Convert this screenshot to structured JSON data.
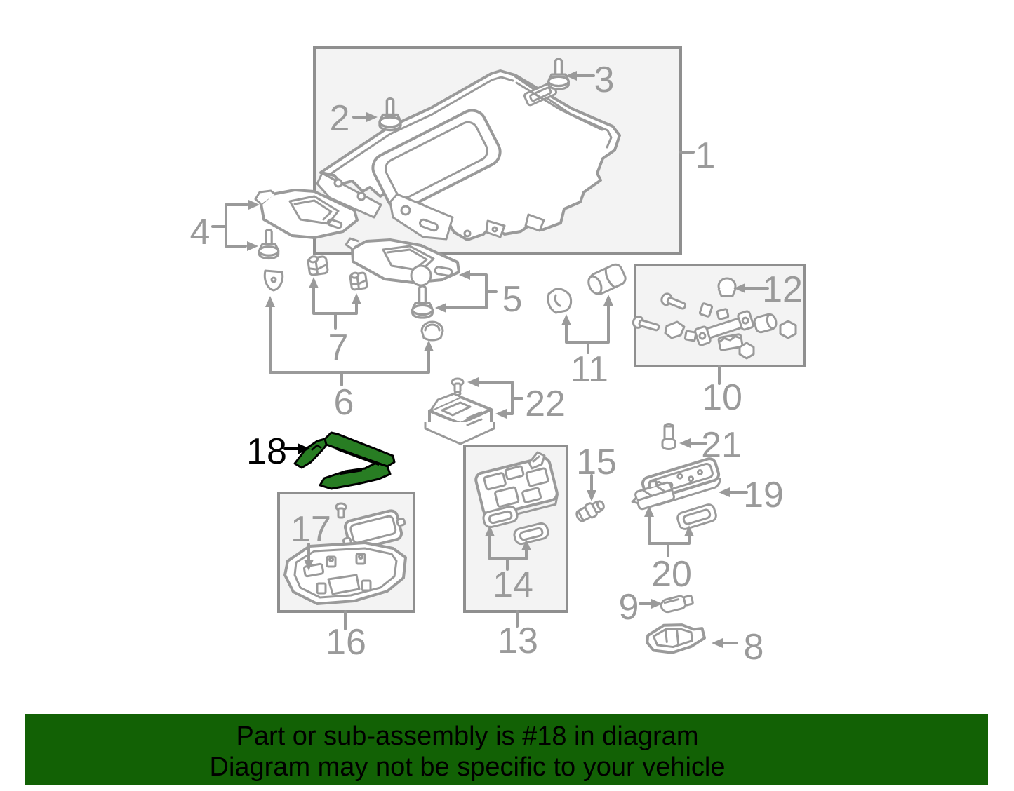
{
  "diagram": {
    "highlighted_part_number": "18",
    "callouts": {
      "n1": "1",
      "n2": "2",
      "n3": "3",
      "n4": "4",
      "n5": "5",
      "n6": "6",
      "n7": "7",
      "n8": "8",
      "n9": "9",
      "n10": "10",
      "n11": "11",
      "n12": "12",
      "n13": "13",
      "n14": "14",
      "n15": "15",
      "n16": "16",
      "n17": "17",
      "n18": "18",
      "n19": "19",
      "n20": "20",
      "n21": "21",
      "n22": "22"
    }
  },
  "banner": {
    "line1": "Part or sub-assembly is #18 in diagram",
    "line2": "Diagram may not be specific to your vehicle"
  },
  "colors": {
    "background": "#ffffff",
    "diagram_gray": "#9a9a9a",
    "box_fill": "#f3f3f3",
    "box_border": "#8f8f8f",
    "banner_bg": "#126105",
    "banner_text": "#000000",
    "highlight_fill": "#287d23",
    "highlight_outline": "#000000",
    "highlight_label": "#000000"
  }
}
